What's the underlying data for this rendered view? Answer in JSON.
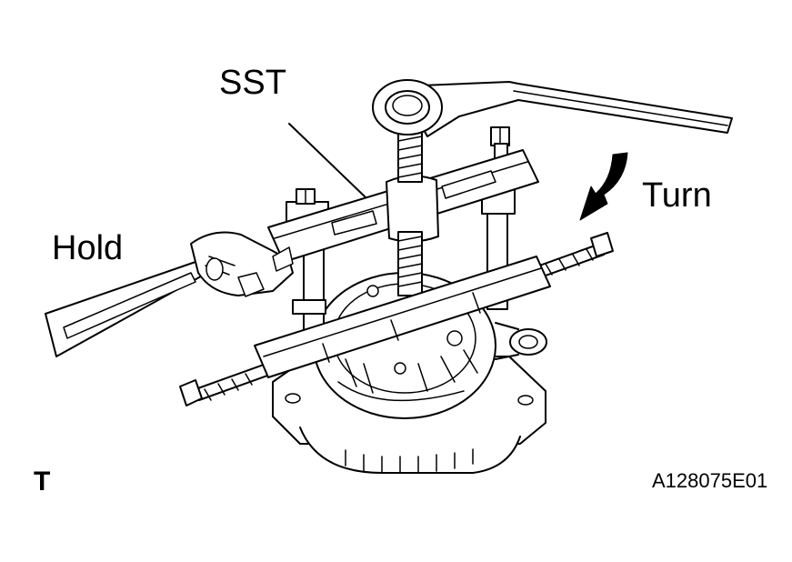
{
  "labels": {
    "sst": "SST",
    "turn": "Turn",
    "hold": "Hold",
    "view_marker": "T",
    "figure_code": "A128075E01"
  },
  "colors": {
    "line": "#000000",
    "fill": "#ffffff",
    "shade": "#e8e8e8"
  },
  "icons": {
    "turn_arrow": "curved-arrow-icon"
  }
}
